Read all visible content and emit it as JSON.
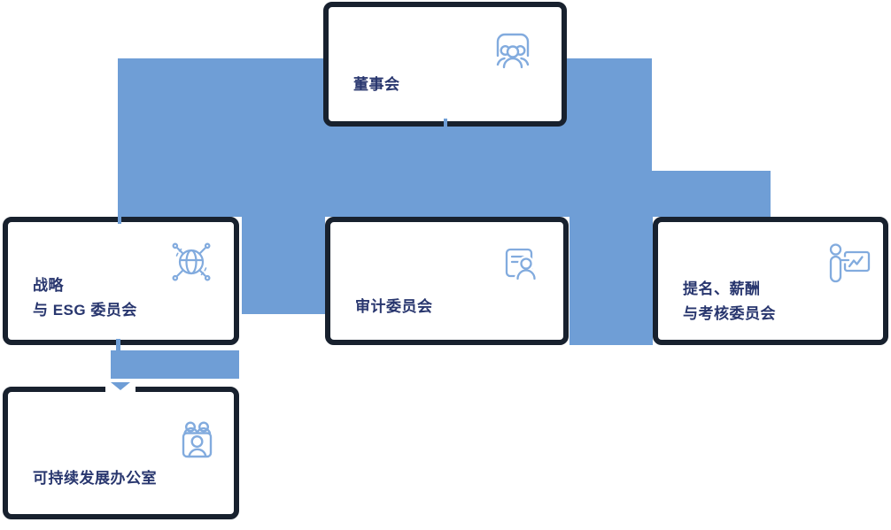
{
  "diagram": {
    "type": "org-chart",
    "nodes": {
      "board": {
        "label": "董事会",
        "icon": "meeting-people-icon"
      },
      "strategy": {
        "line1": "战略",
        "line2": "与 ESG 委员会",
        "icon": "globe-network-icon"
      },
      "audit": {
        "label": "审计委员会",
        "icon": "audit-document-person-icon"
      },
      "nomination": {
        "line1": "提名、薪酬",
        "line2": "与考核委员会",
        "icon": "presenter-chart-icon"
      },
      "office": {
        "label": "可持续发展办公室",
        "icon": "team-frame-icon"
      }
    },
    "edges": [
      "board -> strategy",
      "board -> audit",
      "board -> nomination",
      "strategy -> office"
    ],
    "colors": {
      "connector": "#6f9ed6",
      "card_border": "#18212e",
      "card_background": "#ffffff",
      "label_text": "#28366e",
      "icon_stroke": "#82abde"
    }
  }
}
